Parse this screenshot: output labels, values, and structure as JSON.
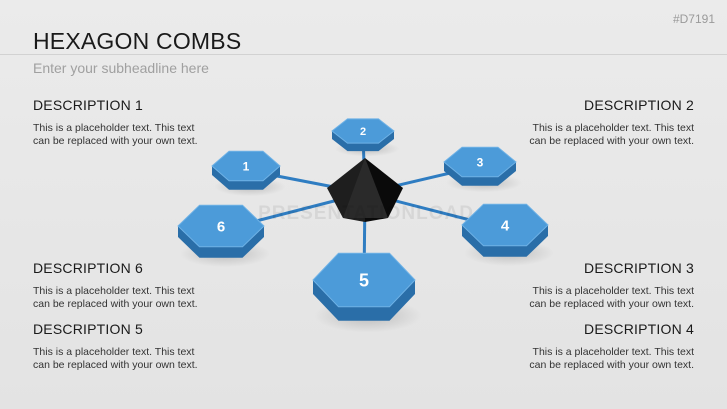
{
  "slide": {
    "id": "#D7191",
    "title": "HEXAGON COMBS",
    "subtitle": "Enter your subheadline here",
    "watermark": "PRESENTATIONLOAD"
  },
  "colors": {
    "hex_top": "#4c9bd9",
    "hex_side": "#2a6ea8",
    "connector": "#2f7dc2",
    "pyramid": "#111111"
  },
  "descriptions": [
    {
      "id": "1",
      "heading": "DESCRIPTION 1",
      "line1": "This is a placeholder text. This text",
      "line2": "can be replaced with your own text."
    },
    {
      "id": "2",
      "heading": "DESCRIPTION 2",
      "line1": "This is a placeholder text. This text",
      "line2": "can be replaced with your own text."
    },
    {
      "id": "6",
      "heading": "DESCRIPTION 6",
      "line1": "This is a placeholder text. This text",
      "line2": "can be replaced with your own text."
    },
    {
      "id": "3",
      "heading": "DESCRIPTION 3",
      "line1": "This is a placeholder text. This text",
      "line2": "can be replaced with your own text."
    },
    {
      "id": "5",
      "heading": "DESCRIPTION 5",
      "line1": "This is a placeholder text. This text",
      "line2": "can be replaced with your own text."
    },
    {
      "id": "4",
      "heading": "DESCRIPTION 4",
      "line1": "This is a placeholder text. This text",
      "line2": "can be replaced with your own text."
    }
  ],
  "hexagons": [
    {
      "label": "1"
    },
    {
      "label": "2"
    },
    {
      "label": "3"
    },
    {
      "label": "4"
    },
    {
      "label": "5"
    },
    {
      "label": "6"
    }
  ]
}
